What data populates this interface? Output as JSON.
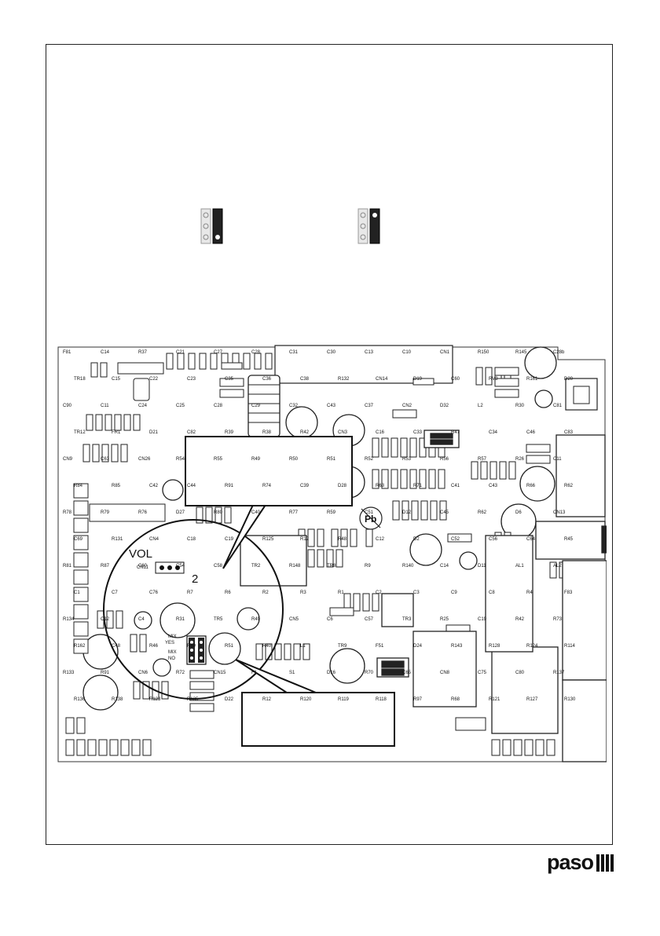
{
  "board": {
    "vol_label": "VOL",
    "jumper_number": "2",
    "cn_label": "CN11",
    "mix_label": "MIX",
    "yes_label": "YES",
    "mix_label_2": "MIX",
    "no_label": "NO",
    "pb_symbol": "Pb",
    "silkscreen": [
      "F81",
      "C14",
      "R37",
      "C21",
      "C27",
      "C28",
      "C31",
      "C30",
      "C13",
      "C10",
      "CN1",
      "R150",
      "R145",
      "C28b",
      "TR18",
      "C15",
      "C22",
      "C23",
      "C35",
      "C36",
      "C38",
      "R132",
      "CN14",
      "D19",
      "C60",
      "RV3",
      "R161",
      "D20",
      "C90",
      "C11",
      "C24",
      "C25",
      "C28",
      "C29",
      "C32",
      "C43",
      "C37",
      "CN2",
      "D32",
      "L2",
      "R30",
      "C81",
      "TR12",
      "FR1",
      "D21",
      "C82",
      "R39",
      "R38",
      "R42",
      "CN3",
      "C16",
      "C33",
      "R47",
      "C34",
      "C46",
      "C83",
      "CN9",
      "C63",
      "CN26",
      "R54",
      "R55",
      "R49",
      "R50",
      "R51",
      "R52",
      "R53",
      "R56",
      "R57",
      "R26",
      "C11",
      "R84",
      "R85",
      "C42",
      "C44",
      "R91",
      "R74",
      "C39",
      "D28",
      "R63",
      "R71",
      "C41",
      "C43",
      "R66",
      "R62",
      "R78",
      "R79",
      "R76",
      "D27",
      "R80",
      "C40",
      "R77",
      "R59",
      "C51",
      "D12",
      "C45",
      "R62",
      "D6",
      "CN13",
      "C69",
      "R131",
      "CN4",
      "C18",
      "C19",
      "R125",
      "R12",
      "R48",
      "C12",
      "D2",
      "C52",
      "C56",
      "C64",
      "R45",
      "R81",
      "R87",
      "C60",
      "C54",
      "C58",
      "TR2",
      "R148",
      "TR8",
      "R9",
      "R140",
      "C14",
      "D11",
      "AL1",
      "AL2",
      "C1",
      "C7",
      "C76",
      "R7",
      "R6",
      "R2",
      "R3",
      "R1",
      "C2",
      "C3",
      "C9",
      "C8",
      "R4",
      "F83",
      "R134",
      "C12",
      "C4",
      "R31",
      "TR5",
      "R49",
      "CN5",
      "C6",
      "C57",
      "TR3",
      "R25",
      "C19",
      "R42",
      "R73",
      "R162",
      "C48",
      "R46",
      "R69",
      "R51",
      "R40",
      "L1",
      "TR9",
      "F51",
      "D24",
      "R143",
      "R128",
      "R124",
      "R114",
      "R133",
      "R91",
      "CN6",
      "R72",
      "CN15",
      "F1",
      "S1",
      "D16",
      "R70",
      "C65",
      "CN8",
      "C75",
      "C80",
      "R137",
      "R136",
      "R138",
      "R123",
      "R135",
      "D22",
      "R12",
      "R120",
      "R119",
      "R118",
      "R97",
      "R68",
      "R121",
      "R127",
      "R130"
    ]
  },
  "brand": {
    "name": "paso",
    "color": "#111111"
  }
}
